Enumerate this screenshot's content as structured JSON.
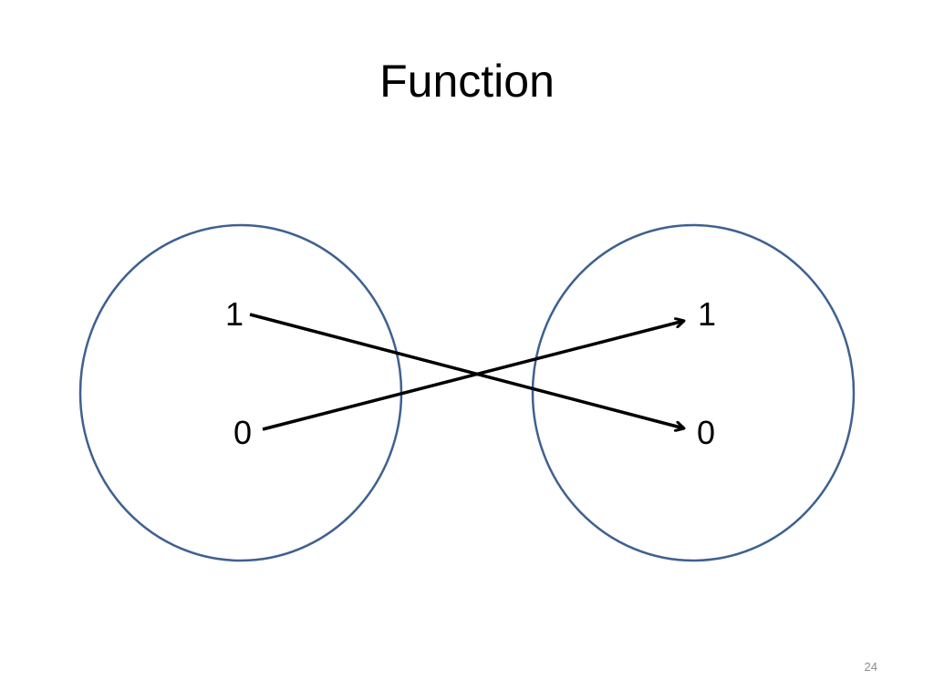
{
  "slide": {
    "title": "Function",
    "page_number": "24"
  },
  "diagram": {
    "domain_set": {
      "elements": [
        "1",
        "0"
      ]
    },
    "codomain_set": {
      "elements": [
        "1",
        "0"
      ]
    },
    "mappings": [
      {
        "from": "1",
        "to": "0"
      },
      {
        "from": "0",
        "to": "1"
      }
    ],
    "colors": {
      "circle_stroke": "#3e6190",
      "arrow": "#000000"
    }
  }
}
